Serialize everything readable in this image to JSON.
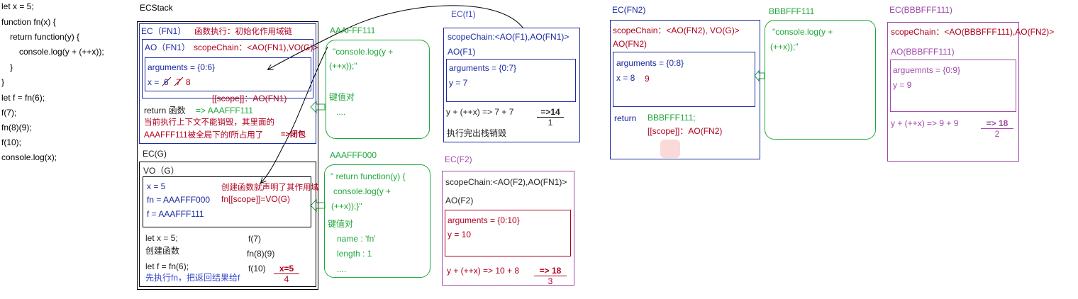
{
  "code": [
    "let x = 5;",
    "function fn(x) {",
    "return function(y) {",
    "console.log(y + (++x));",
    "}",
    "}",
    "let f = fn(6);",
    "f(7);",
    "fn(8)(9);",
    "f(10);",
    "console.log(x);"
  ],
  "ecstack": {
    "title": "ECStack",
    "fn1": {
      "title": "EC（FN1）",
      "note": "函数执行：初始化作用域链",
      "ao_label": "AO（FN1）",
      "scope_chain": "scopeChain：<AO(FN1),VO(G)>",
      "arguments": "arguments = {0:6}",
      "x_label": "x  =",
      "x_values": [
        "6",
        "7",
        "8"
      ],
      "scope_note": "[[scope]]：AO(FN1)",
      "return_label": "return 函数",
      "return_value": "=> AAAFFF111",
      "closure_note_1": "当前执行上下文不能销毁，其里面的",
      "closure_note_2": "AAAFFF111被全局下的f所占用了",
      "closure_tag": "=>闭包"
    },
    "g": {
      "title": "EC(G)",
      "vo_label": "VO（G）",
      "x": "x  =  5",
      "fn": "fn =  AAAFFF000",
      "f": "f  =  AAAFFF111",
      "create_note": "创建函数就声明了其作用域",
      "fn_scope": "fn[[scope]]=VO(G)",
      "steps": [
        "let x = 5;",
        "创建函数",
        "let f = fn(6);"
      ],
      "step_note": "先执行fn，把返回结果给f",
      "calls": [
        "f(7)",
        "fn(8)(9)",
        "f(10)"
      ],
      "result_num": "x=5",
      "result_den": "4"
    }
  },
  "heap_111": {
    "title": "AAAFFF111",
    "code_1": "\"console.log(y +",
    "code_2": "(++x));\"",
    "kv": "键值对",
    "more": "...."
  },
  "heap_000": {
    "title": "AAAFFF000",
    "code_1": "\" return function(y) {",
    "code_2": "console.log(y +",
    "code_3": "(++x));}\"",
    "kv": "键值对",
    "name": "name : 'fn'",
    "length": "length : 1",
    "more": "...."
  },
  "ec_f1": {
    "title": "EC(f1)",
    "scope_chain": "scopeChain:<AO(F1),AO(FN1)>",
    "ao": "AO(F1)",
    "arguments": "arguments = {0:7}",
    "y": "y = 7",
    "expr": "y + (++x)    => 7 +  7",
    "result_num": "=>14",
    "result_den": "1",
    "note": "执行完出栈销毁"
  },
  "ec_f2": {
    "title": "EC(F2)",
    "scope_chain": "scopeChain:<AO(F2),AO(FN1)>",
    "ao": "AO(F2)",
    "arguments": "arguments = {0:10}",
    "y": "y = 10",
    "expr": "y + (++x) => 10 +  8",
    "result_num": "=> 18",
    "result_den": "3"
  },
  "ec_fn2": {
    "title": "EC(FN2)",
    "scope_chain": "scopeChain：<AO(FN2), VO(G)>",
    "ao": "AO(FN2)",
    "arguments": "arguments = {0:8}",
    "x": "x = 8",
    "x_new": "9",
    "return_label": "return",
    "return_value": "BBBFFF111;",
    "scope_note": "[[scope]]：AO(FN2)"
  },
  "heap_bbb": {
    "title": "BBBFFF111",
    "code_1": "\"console.log(y +",
    "code_2": "(++x));\""
  },
  "ec_bbb": {
    "title": "EC(BBBFFF111)",
    "scope_chain": "scopeChain：<AO(BBBFFF111),AO(FN2)>",
    "ao": "AO(BBBFFF111)",
    "arguments": "arguemnts = {0:9}",
    "y": "y = 9",
    "expr": "y + (++x)  => 9  +   9",
    "result_num": "=> 18",
    "result_den": "2"
  },
  "colors": {
    "navy": "#1a2aa0",
    "green": "#1fa83a",
    "red": "#b0001e",
    "purple": "#a04aa8",
    "blue": "#3a4ad0"
  }
}
